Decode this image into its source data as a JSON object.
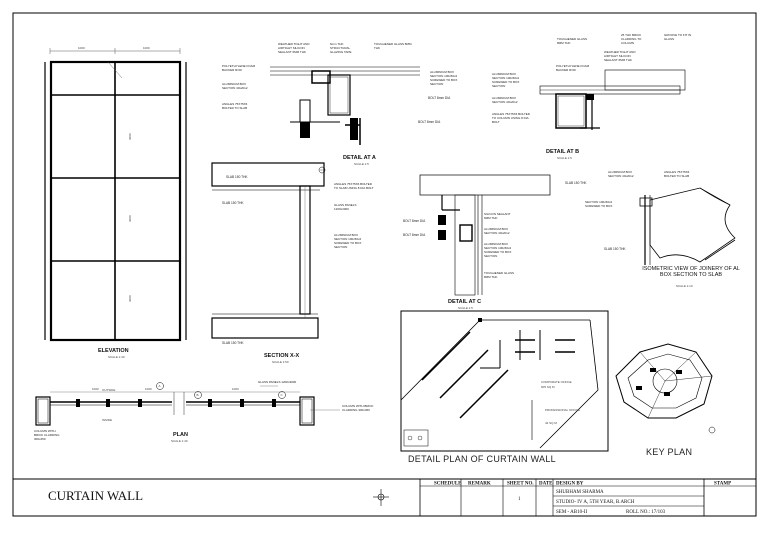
{
  "sheet": {
    "title": "CURTAIN WALL"
  },
  "elevation": {
    "title": "ELEVATION",
    "scale": "SCALE 1:40",
    "dim_top_1": "1000",
    "dim_top_2": "1000",
    "dim_side_1": "3000",
    "dim_side_2": "3000",
    "dim_side_3": "3000"
  },
  "plan": {
    "title": "PLAN",
    "scale": "SCALE 1:40",
    "outside": "OUTSIDE",
    "inside": "INSIDE",
    "glass_label": "GLASS PANELS 1200x3000",
    "column_left": "COLUMN WITH BRICK CLADDING 300x450",
    "column_right": "COLUMN WITH BRICK CLADDING 300x450",
    "dim_1": "1000",
    "dim_2": "1000",
    "dim_3": "1000",
    "marker_a": "A",
    "marker_b": "B",
    "marker_c": "C"
  },
  "section": {
    "title": "SECTION X-X",
    "scale": "SCALE 1:50",
    "slab_top": "SLAB 150 THK",
    "slab_mid": "SLAB 150 THK",
    "slab_bottom": "SLAB 150 THK",
    "angles": "ANGLES 75X75X6 BOLTED TO SLAB USING 8 DIA BOLT",
    "glass": "GLASS PANELS 1200x3000",
    "alum": "ALUMINIUM BOX SECTION 100x50x2 SCREWED TO BOX SECTION",
    "marker": "C"
  },
  "detail_a": {
    "title": "DETAIL AT A",
    "scale": "SCALE 1:5",
    "weather": "WEATHER TIGHT AND AIRTIGHT SILICON SEALANT 6MM THK",
    "tape": "6mm THK STRUCTURAL GLAZING TAPE",
    "toughened": "TOUGHENED GLASS 8MM THK",
    "poly": "POLYETHYLENE FOAM BACKER ROD",
    "alum_left": "ALUMINIUM BOX SECTION 40x20x2",
    "angles": "ANGLES 75X75X6 BOLTED TO SLAB",
    "alum_right": "ALUMINIUM BOX SECTION 100x50x2 SCREWED TO BOX SECTION",
    "bolt1": "BOLT 8mm DIA",
    "bolt2": "BOLT 8mm DIA"
  },
  "detail_b": {
    "title": "DETAIL AT B",
    "scale": "SCALE 1:5",
    "toughened": "TOUGHENED GLASS 8MM THK",
    "brick": "25 THK BRICK CLADDING TO COLUMN",
    "groove": "GROOVE TO FIT IN GLASS",
    "weather": "WEATHER TIGHT AND AIRTIGHT SILICON SEALANT 6MM THK",
    "poly": "POLYETHYLENE FOAM BACKER ROD",
    "alum1": "ALUMINIUM BOX SECTION 100x50x2 SCREWED TO BOX SECTION",
    "alum2": "ALUMINIUM BOX SECTION 40x20x2",
    "angles": "ANGLES 75X75X6 BOLTED TO COLUMN USING 8 DIA BOLT"
  },
  "detail_c": {
    "title": "DETAIL AT C",
    "scale": "SCALE 1:5",
    "slab": "SLAB 150 THK",
    "silicon": "SILICON SEALANT 6MM THK",
    "alum1": "ALUMINIUM BOX SECTION 40x20x2",
    "alum2": "ALUMINIUM BOX SECTION 100x50x2 SCREWED TO BOX SECTION",
    "toughened": "TOUGHENED GLASS 8MM THK",
    "bolt1": "BOLT 8mm DIA",
    "bolt2": "BOLT 8mm DIA"
  },
  "isometric": {
    "title": "ISOMETRIC VIEW OF JOINERY OF AL BOX SECTION TO SLAB",
    "scale": "SCALE 1:10",
    "alum": "ALUMINIUM BOX SECTION 40x20x2",
    "angles": "ANGLES 75X75X6 BOLTED TO SLAB",
    "section": "SECTION 100x50x2 SCREWED TO BOX",
    "slab": "SLAB 150 THK"
  },
  "detail_plan": {
    "title": "DETAIL PLAN OF CURTAIN WALL",
    "corporate": "CORPORATE OFFICE",
    "corporate_area": "605 SQ M",
    "professional": "PROFESSIONAL OFFICE",
    "professional_area": "42 SQ M"
  },
  "key_plan": {
    "title": "KEY PLAN"
  },
  "title_block": {
    "headers": [
      "SCHEDULE",
      "REMARK",
      "SHEET NO.",
      "DATE",
      "DESIGN BY"
    ],
    "sheet_no": "1",
    "student": "SHUBHAM SHARMA",
    "studio": "STUDIO- IV A, 5TH YEAR, B.ARCH",
    "year": "SEM - AB10-II",
    "roll": "ROLL NO.: 17/103",
    "stamp": "STAMP"
  }
}
